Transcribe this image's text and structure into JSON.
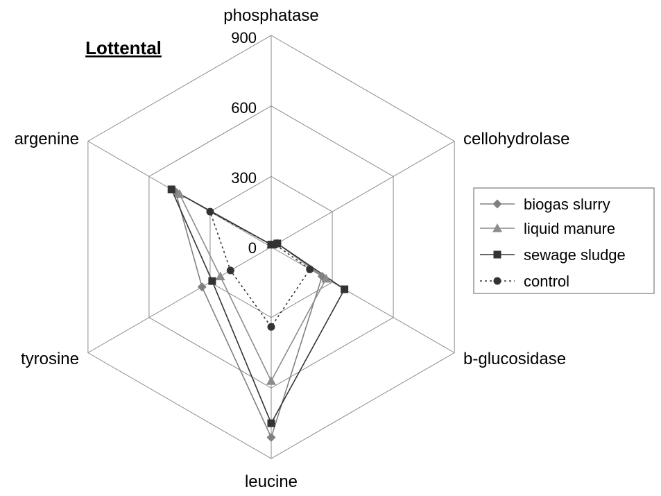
{
  "chart_data": {
    "type": "radar",
    "title": "Lottental",
    "axes": [
      "phosphatase",
      "cellohydrolase",
      "b-glucosidase",
      "leucine",
      "tyrosine",
      "argenine"
    ],
    "ticks": [
      "0",
      "300",
      "600",
      "900"
    ],
    "range": [
      0,
      900
    ],
    "grid": true,
    "legend_position": "right",
    "series": [
      {
        "name": "biogas slurry",
        "marker": "diamond",
        "color": "#808080",
        "dash": "none",
        "values": [
          10,
          30,
          250,
          810,
          340,
          470
        ]
      },
      {
        "name": "liquid manure",
        "marker": "triangle",
        "color": "#8c8c8c",
        "dash": "none",
        "values": [
          10,
          30,
          270,
          570,
          250,
          450
        ]
      },
      {
        "name": "sewage sludge",
        "marker": "square",
        "color": "#333333",
        "dash": "none",
        "values": [
          10,
          30,
          360,
          750,
          290,
          490
        ]
      },
      {
        "name": "control",
        "marker": "circle",
        "color": "#333333",
        "dash": "3,4",
        "values": [
          10,
          20,
          190,
          340,
          200,
          300
        ]
      }
    ]
  }
}
